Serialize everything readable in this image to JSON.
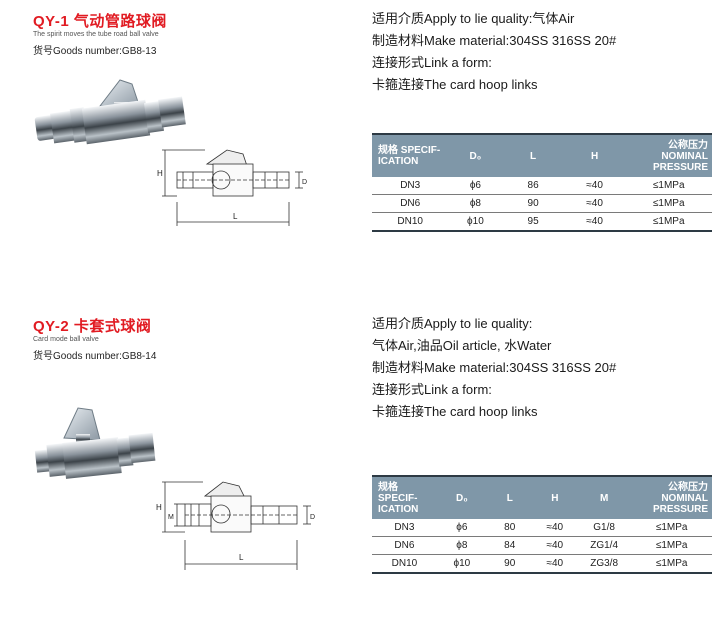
{
  "products": [
    {
      "title": "QY-1 气动管路球阀",
      "subtitle": "The spirit moves the tube road ball valve",
      "goods_number": "货号Goods number:GB8-13",
      "spec_lines": [
        "适用介质Apply to lie quality:气体Air",
        "制造材料Make material:304SS 316SS 20#",
        "连接形式Link a form:",
        "卡箍连接The card hoop links"
      ],
      "drawing_labels": {
        "h": "H",
        "d": "D",
        "l": "L"
      },
      "table": {
        "headers": [
          "规格 SPECIF- ICATION",
          "D₀",
          "L",
          "H",
          "公称压力 NOMINAL PRESSURE"
        ],
        "rows": [
          [
            "DN3",
            "ϕ6",
            "86",
            "≈40",
            "≤1MPa"
          ],
          [
            "DN6",
            "ϕ8",
            "90",
            "≈40",
            "≤1MPa"
          ],
          [
            "DN10",
            "ϕ10",
            "95",
            "≈40",
            "≤1MPa"
          ]
        ]
      }
    },
    {
      "title": "QY-2 卡套式球阀",
      "subtitle": "Card mode ball valve",
      "goods_number": "货号Goods number:GB8-14",
      "spec_lines": [
        "适用介质Apply to lie quality:",
        "气体Air,油品Oil article, 水Water",
        "制造材料Make material:304SS 316SS 20#",
        "连接形式Link a form:",
        "卡箍连接The card hoop links"
      ],
      "drawing_labels": {
        "h": "H",
        "m": "M",
        "d": "D",
        "l": "L"
      },
      "table": {
        "headers": [
          "规格 SPECIF- ICATION",
          "D₀",
          "L",
          "H",
          "M",
          "公称压力 NOMINAL PRESSURE"
        ],
        "rows": [
          [
            "DN3",
            "ϕ6",
            "80",
            "≈40",
            "G1/8",
            "≤1MPa"
          ],
          [
            "DN6",
            "ϕ8",
            "84",
            "≈40",
            "ZG1/4",
            "≤1MPa"
          ],
          [
            "DN10",
            "ϕ10",
            "90",
            "≈40",
            "ZG3/8",
            "≤1MPa"
          ]
        ]
      }
    }
  ]
}
